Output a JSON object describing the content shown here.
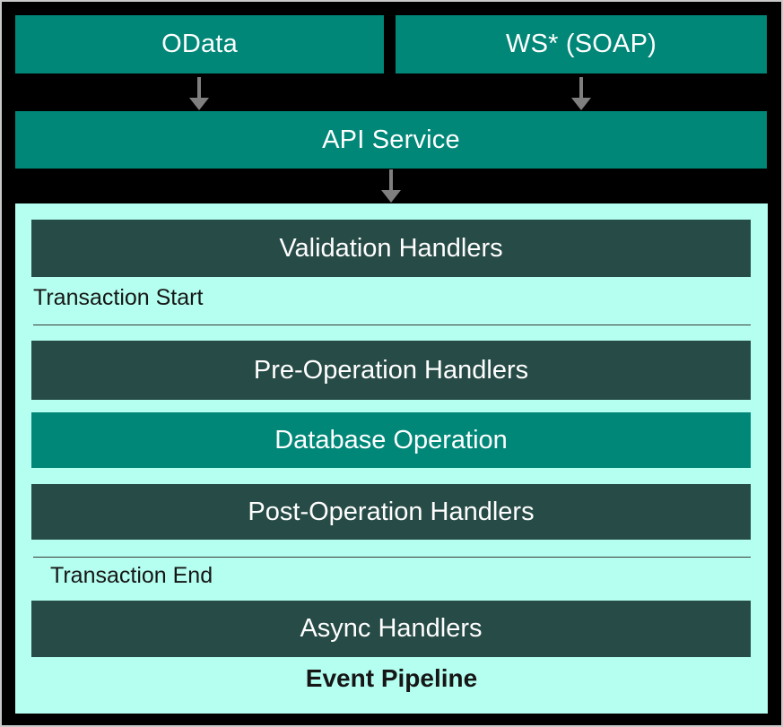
{
  "diagram": {
    "sources": {
      "odata": "OData",
      "ws_soap": "WS* (SOAP)"
    },
    "api_service": "API Service",
    "pipeline": {
      "title": "Event Pipeline",
      "validation": "Validation Handlers",
      "transaction_start": "Transaction Start",
      "pre_operation": "Pre-Operation Handlers",
      "database_operation": "Database Operation",
      "post_operation": "Post-Operation Handlers",
      "transaction_end": "Transaction End",
      "async": "Async Handlers"
    },
    "icons": {
      "arrow_down": "arrow-down-icon"
    },
    "colors": {
      "teal": "#008778",
      "dark_slate": "#274b46",
      "pipeline_background": "#b4fff0",
      "canvas_background": "#000000",
      "arrow_gray": "#7f7f7f",
      "label_light": "#ffffff",
      "label_dark": "#161616",
      "outer_border": "#c9c9c9",
      "divider_line": "#3a3a3a"
    }
  }
}
